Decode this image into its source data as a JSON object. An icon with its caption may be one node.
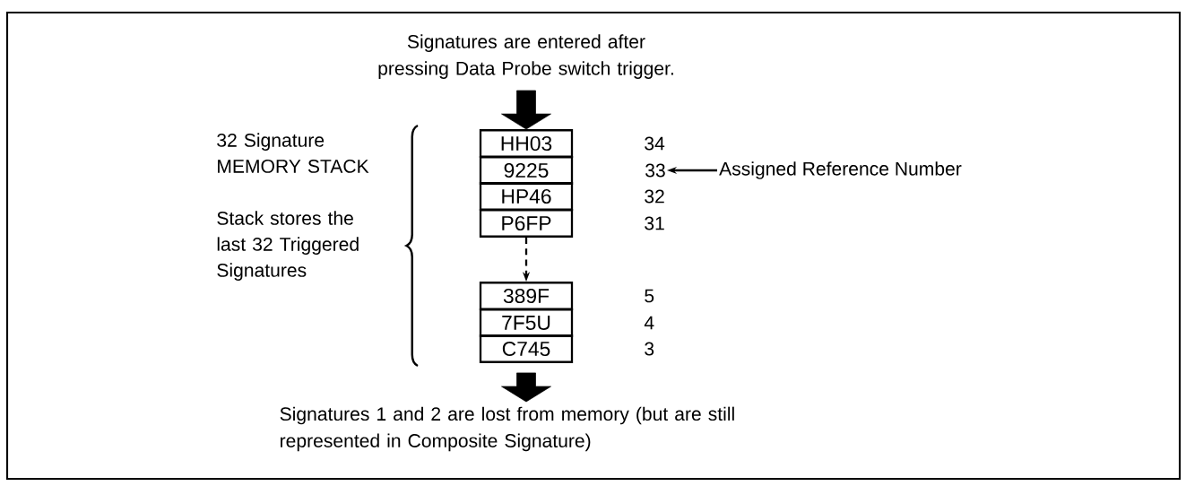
{
  "diagram": {
    "nodes": [
      {
        "text": [
          "Signatures are entered after pressing Data Probe switch trigger."
        ]
      },
      {
        "text": [
          "HH03"
        ]
      },
      {
        "text": [
          "9225"
        ]
      },
      {
        "text": [
          "HP46"
        ]
      },
      {
        "text": [
          "P6FP"
        ]
      },
      {
        "text": [
          "389F"
        ]
      },
      {
        "text": [
          "7F5U"
        ]
      },
      {
        "text": [
          "C745"
        ]
      },
      {
        "text": [
          "Signatures 1 and 2 are lost from memory (but are still represented in Composite Signature)"
        ]
      },
      {
        "text": [
          "33"
        ]
      },
      {
        "text": [
          "Assigned Reference Number"
        ]
      }
    ],
    "edges": [
      {
        "from": 0,
        "to": 1,
        "arrow": "to",
        "style": "thick"
      },
      {
        "from": 4,
        "to": 5,
        "arrow": "to",
        "style": "dashed"
      },
      {
        "from": 7,
        "to": 8,
        "arrow": "to",
        "style": "thick"
      },
      {
        "from": 10,
        "to": 9,
        "arrow": "to"
      }
    ],
    "labels": [
      "32 Signature MEMORY STACK",
      "Stack stores the last 32 Triggered Signatures",
      "34",
      "32",
      "31",
      "5",
      "4",
      "3"
    ]
  }
}
